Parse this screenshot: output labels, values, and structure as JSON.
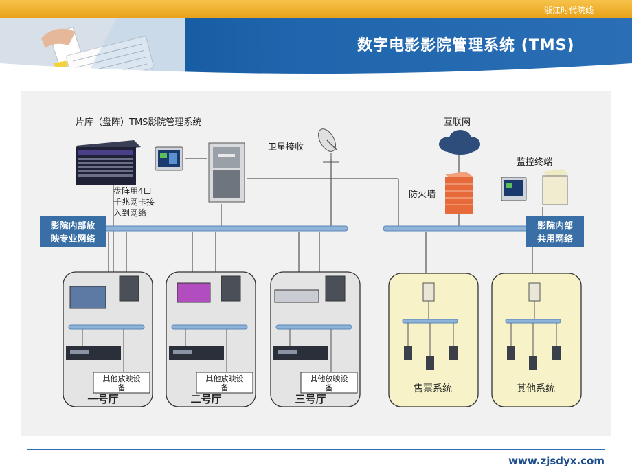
{
  "header": {
    "brand": "浙江时代院线",
    "title": "数字电影影院管理系统 (TMS)"
  },
  "diagram": {
    "library_label": "片库（盘阵）TMS影院管理系统",
    "raid_note": [
      "盘阵用4口",
      "千兆网卡接",
      "入到网络"
    ],
    "satellite_label": "卫星接收",
    "internet_label": "互联网",
    "firewall_label": "防火墙",
    "monitor_label": "监控终端",
    "network_inner": [
      "影院内部放",
      "映专业网络"
    ],
    "network_shared": [
      "影院内部",
      "共用网络"
    ],
    "hall1": "一号厅",
    "hall2": "二号厅",
    "hall3": "三号厅",
    "other_equipment": [
      "其他放映设",
      "备"
    ],
    "ticketing": "售票系统",
    "other_systems": "其他系统"
  },
  "footer": {
    "url": "www.zjsdyx.com"
  },
  "colors": {
    "banner": "#1f65ad",
    "network_bar": "#8fb4d9",
    "label_box": "#3a6fa6",
    "system_box": "#f7f2c8"
  }
}
